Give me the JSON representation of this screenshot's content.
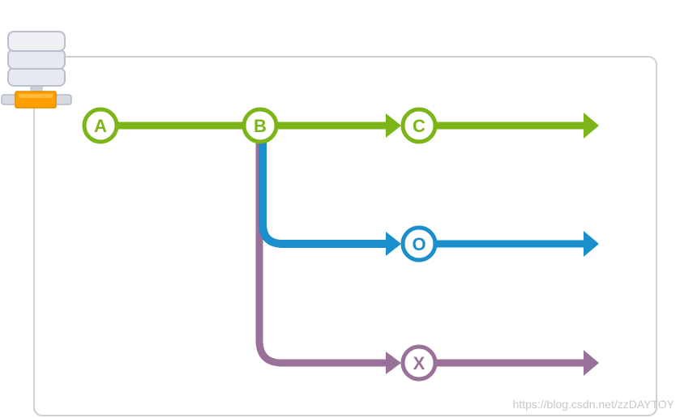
{
  "colors": {
    "green": "#7cb518",
    "blue": "#1b8fcc",
    "purple": "#9a7299",
    "frame": "#cfcfcf",
    "server_body": "#e6e9ef",
    "server_outline": "#b9bfca",
    "server_connector": "#ff9f00"
  },
  "nodes": {
    "a": {
      "label": "A"
    },
    "b": {
      "label": "B"
    },
    "c": {
      "label": "C"
    },
    "o": {
      "label": "O"
    },
    "x": {
      "label": "X"
    }
  },
  "icons": {
    "server": "database-server-icon"
  },
  "watermark": "https://blog.csdn.net/zzDAYTOY"
}
